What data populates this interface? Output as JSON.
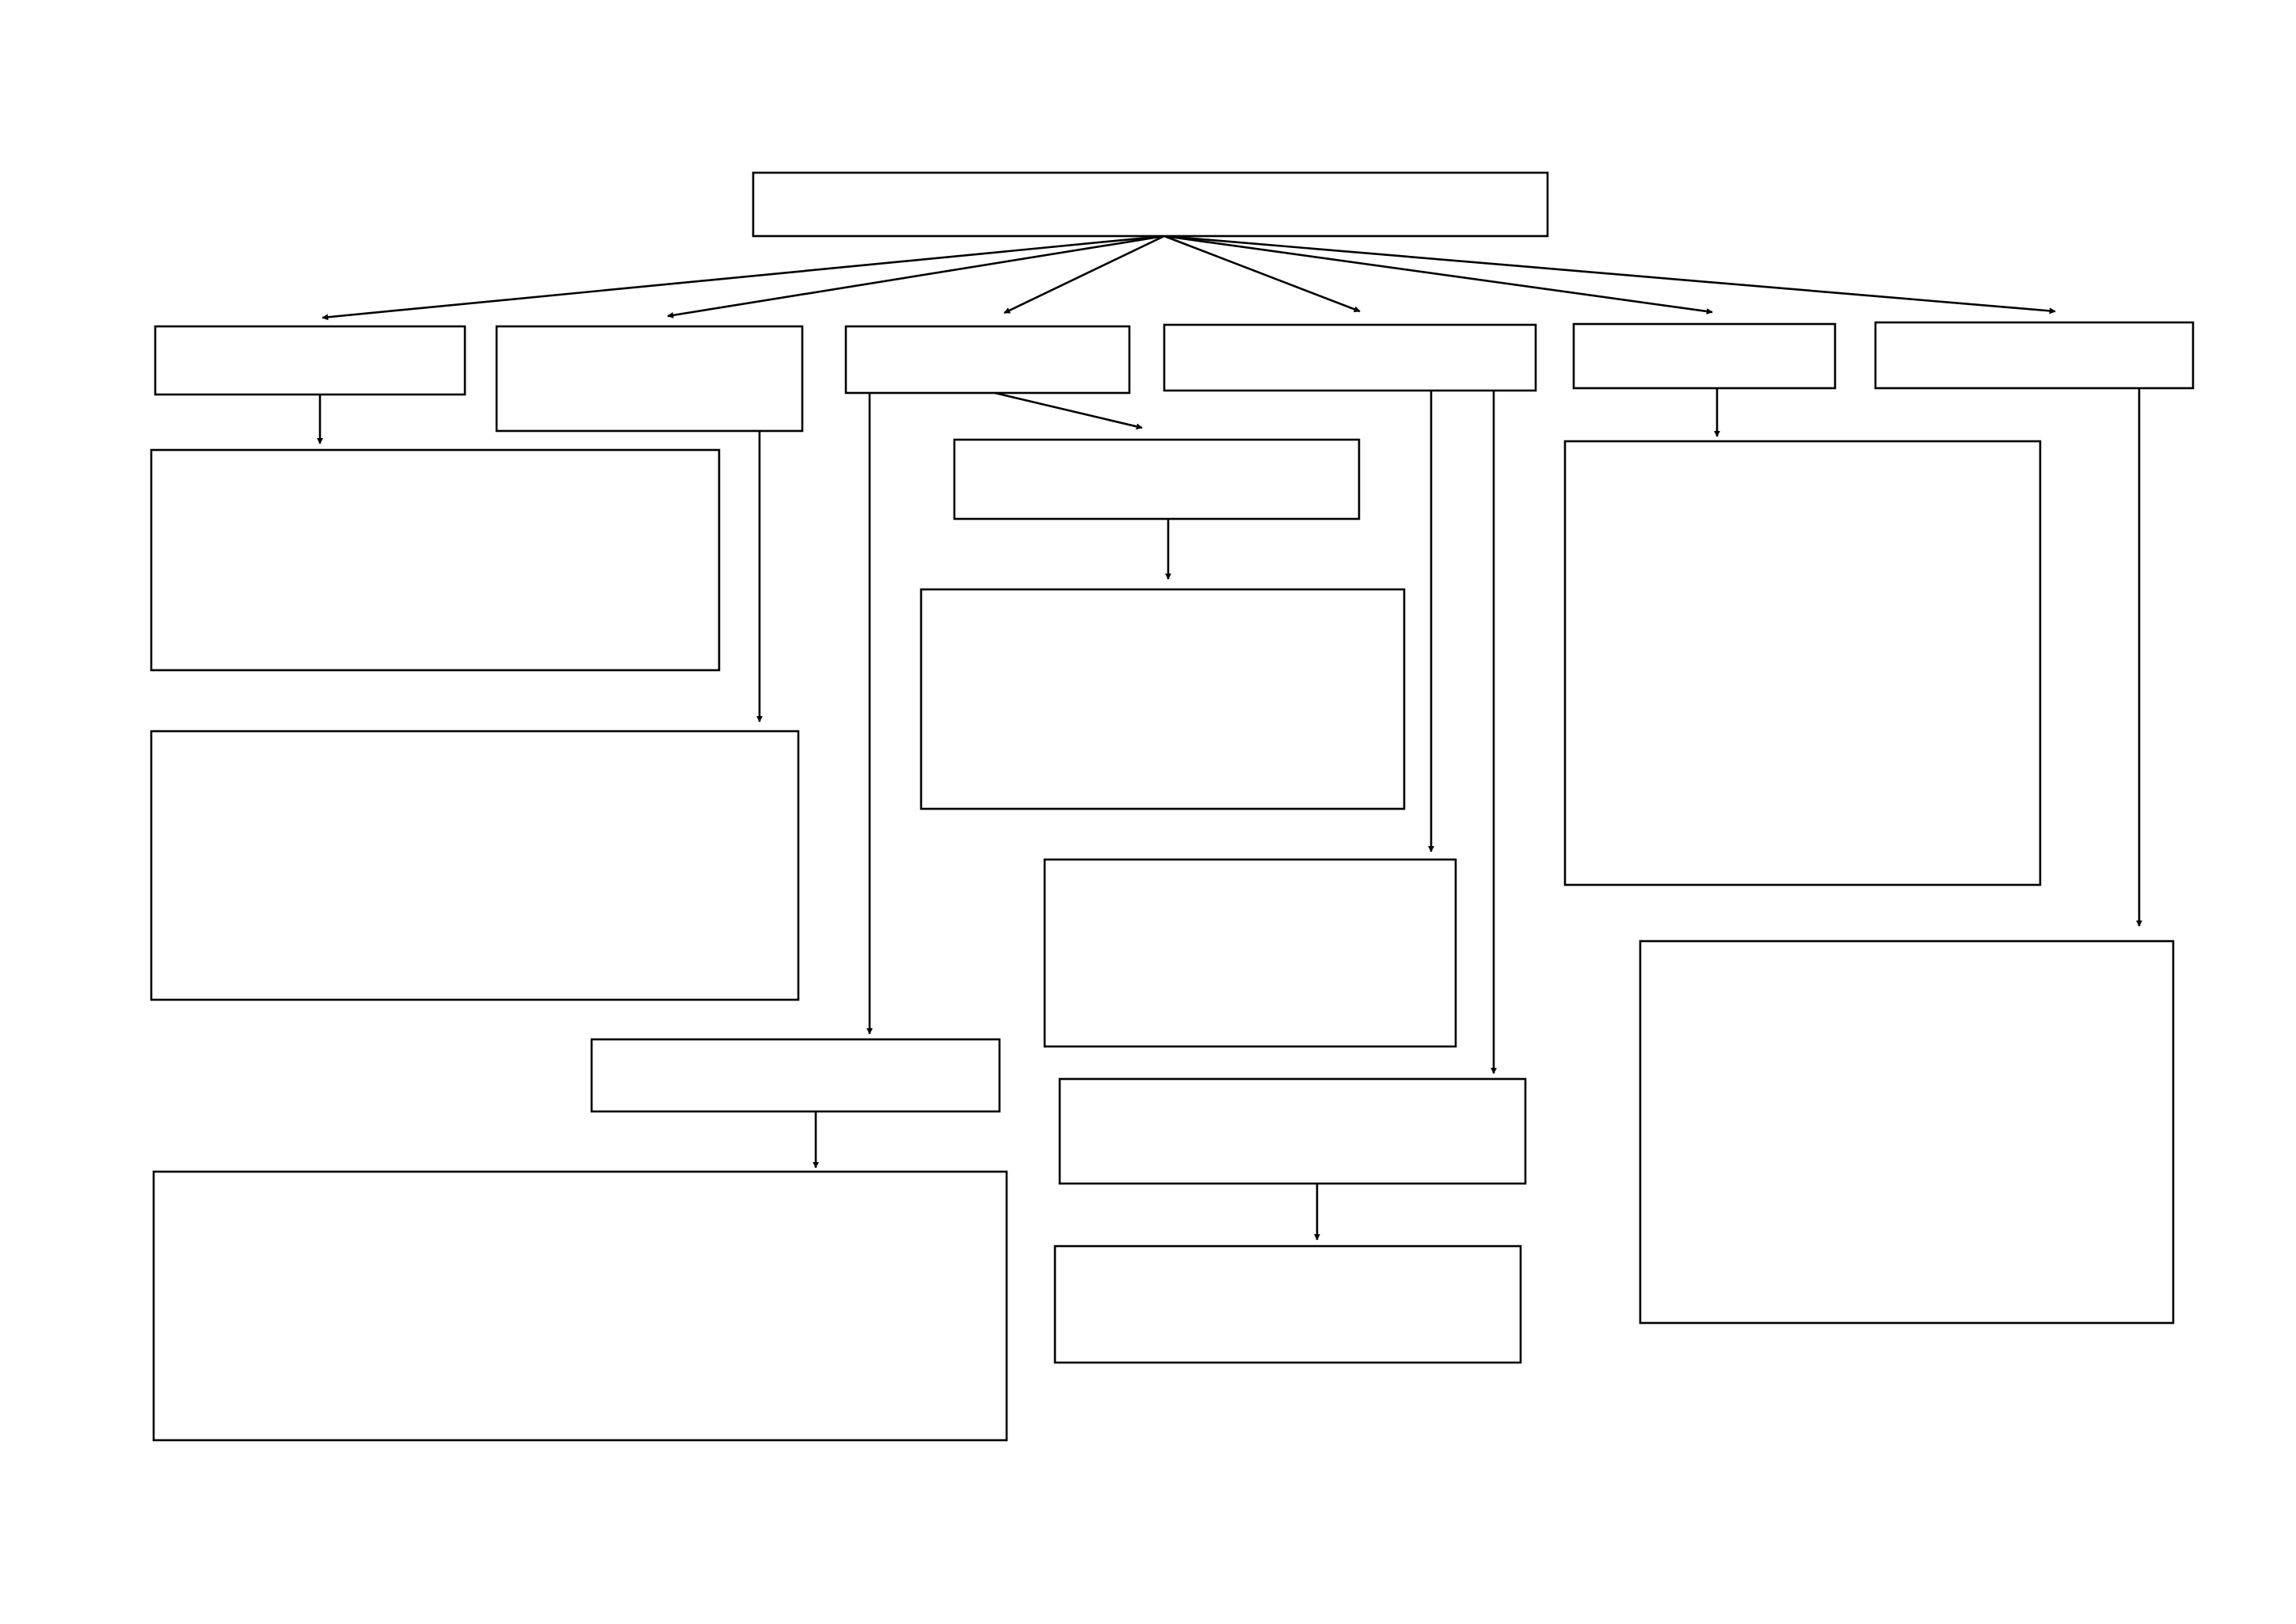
{
  "diagram": {
    "type": "flowchart",
    "line_color": "#000000",
    "background_color": "#ffffff",
    "node_labels": {
      "root": "",
      "l1a": "",
      "l1b": "",
      "l1c": "",
      "l1d": "",
      "l1e": "",
      "l1f": "",
      "a_detail": "",
      "b_detail": "",
      "c_sub": "",
      "c_sub_detail": "",
      "c_long": "",
      "c_long_detail": "",
      "d_mid": "",
      "d_low": "",
      "d_low_detail": "",
      "e_detail": "",
      "f_detail": ""
    },
    "edges": [
      [
        "root",
        "l1a"
      ],
      [
        "root",
        "l1b"
      ],
      [
        "root",
        "l1c"
      ],
      [
        "root",
        "l1d"
      ],
      [
        "root",
        "l1e"
      ],
      [
        "root",
        "l1f"
      ],
      [
        "l1a",
        "a_detail"
      ],
      [
        "l1b",
        "b_detail"
      ],
      [
        "l1c",
        "c_sub"
      ],
      [
        "c_sub",
        "c_sub_detail"
      ],
      [
        "l1c",
        "c_long"
      ],
      [
        "c_long",
        "c_long_detail"
      ],
      [
        "l1d",
        "d_mid"
      ],
      [
        "l1d",
        "d_low"
      ],
      [
        "d_low",
        "d_low_detail"
      ],
      [
        "l1e",
        "e_detail"
      ],
      [
        "l1f",
        "f_detail"
      ]
    ]
  }
}
